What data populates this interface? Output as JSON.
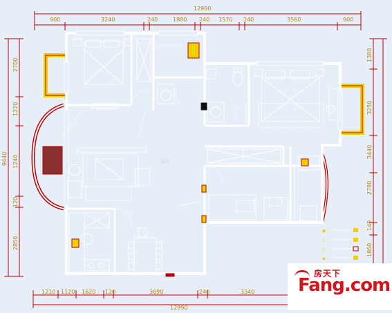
{
  "top_dimensions": {
    "overall": "12990",
    "segments": [
      "900",
      "3240",
      "240",
      "1880",
      "240",
      "1570",
      "240",
      "3560",
      "900"
    ]
  },
  "bottom_dimensions": {
    "overall": "12990",
    "segments": [
      "1210",
      "1120",
      "1620",
      "120",
      "3690",
      "240",
      "3340"
    ]
  },
  "left_dimensions": {
    "overall": "9440",
    "segments": [
      "2700",
      "1220",
      "1240",
      "120",
      "2850"
    ]
  },
  "right_dimensions": {
    "segments": [
      "1380",
      "3250",
      "3440",
      "2780",
      "140",
      "1860"
    ]
  },
  "room_label": "客厅",
  "legend": [
    "●",
    "◇",
    "○",
    "◆",
    "●"
  ],
  "watermark": {
    "chinese": "房天下",
    "brand": "Fang.com"
  },
  "colors": {
    "background": "#e6eef7",
    "walls": "#ffffff",
    "dimension_lines": "#c00000",
    "dimension_text": "#b8860b",
    "balcony": "#f0d000",
    "brand_red": "#d4141c"
  }
}
